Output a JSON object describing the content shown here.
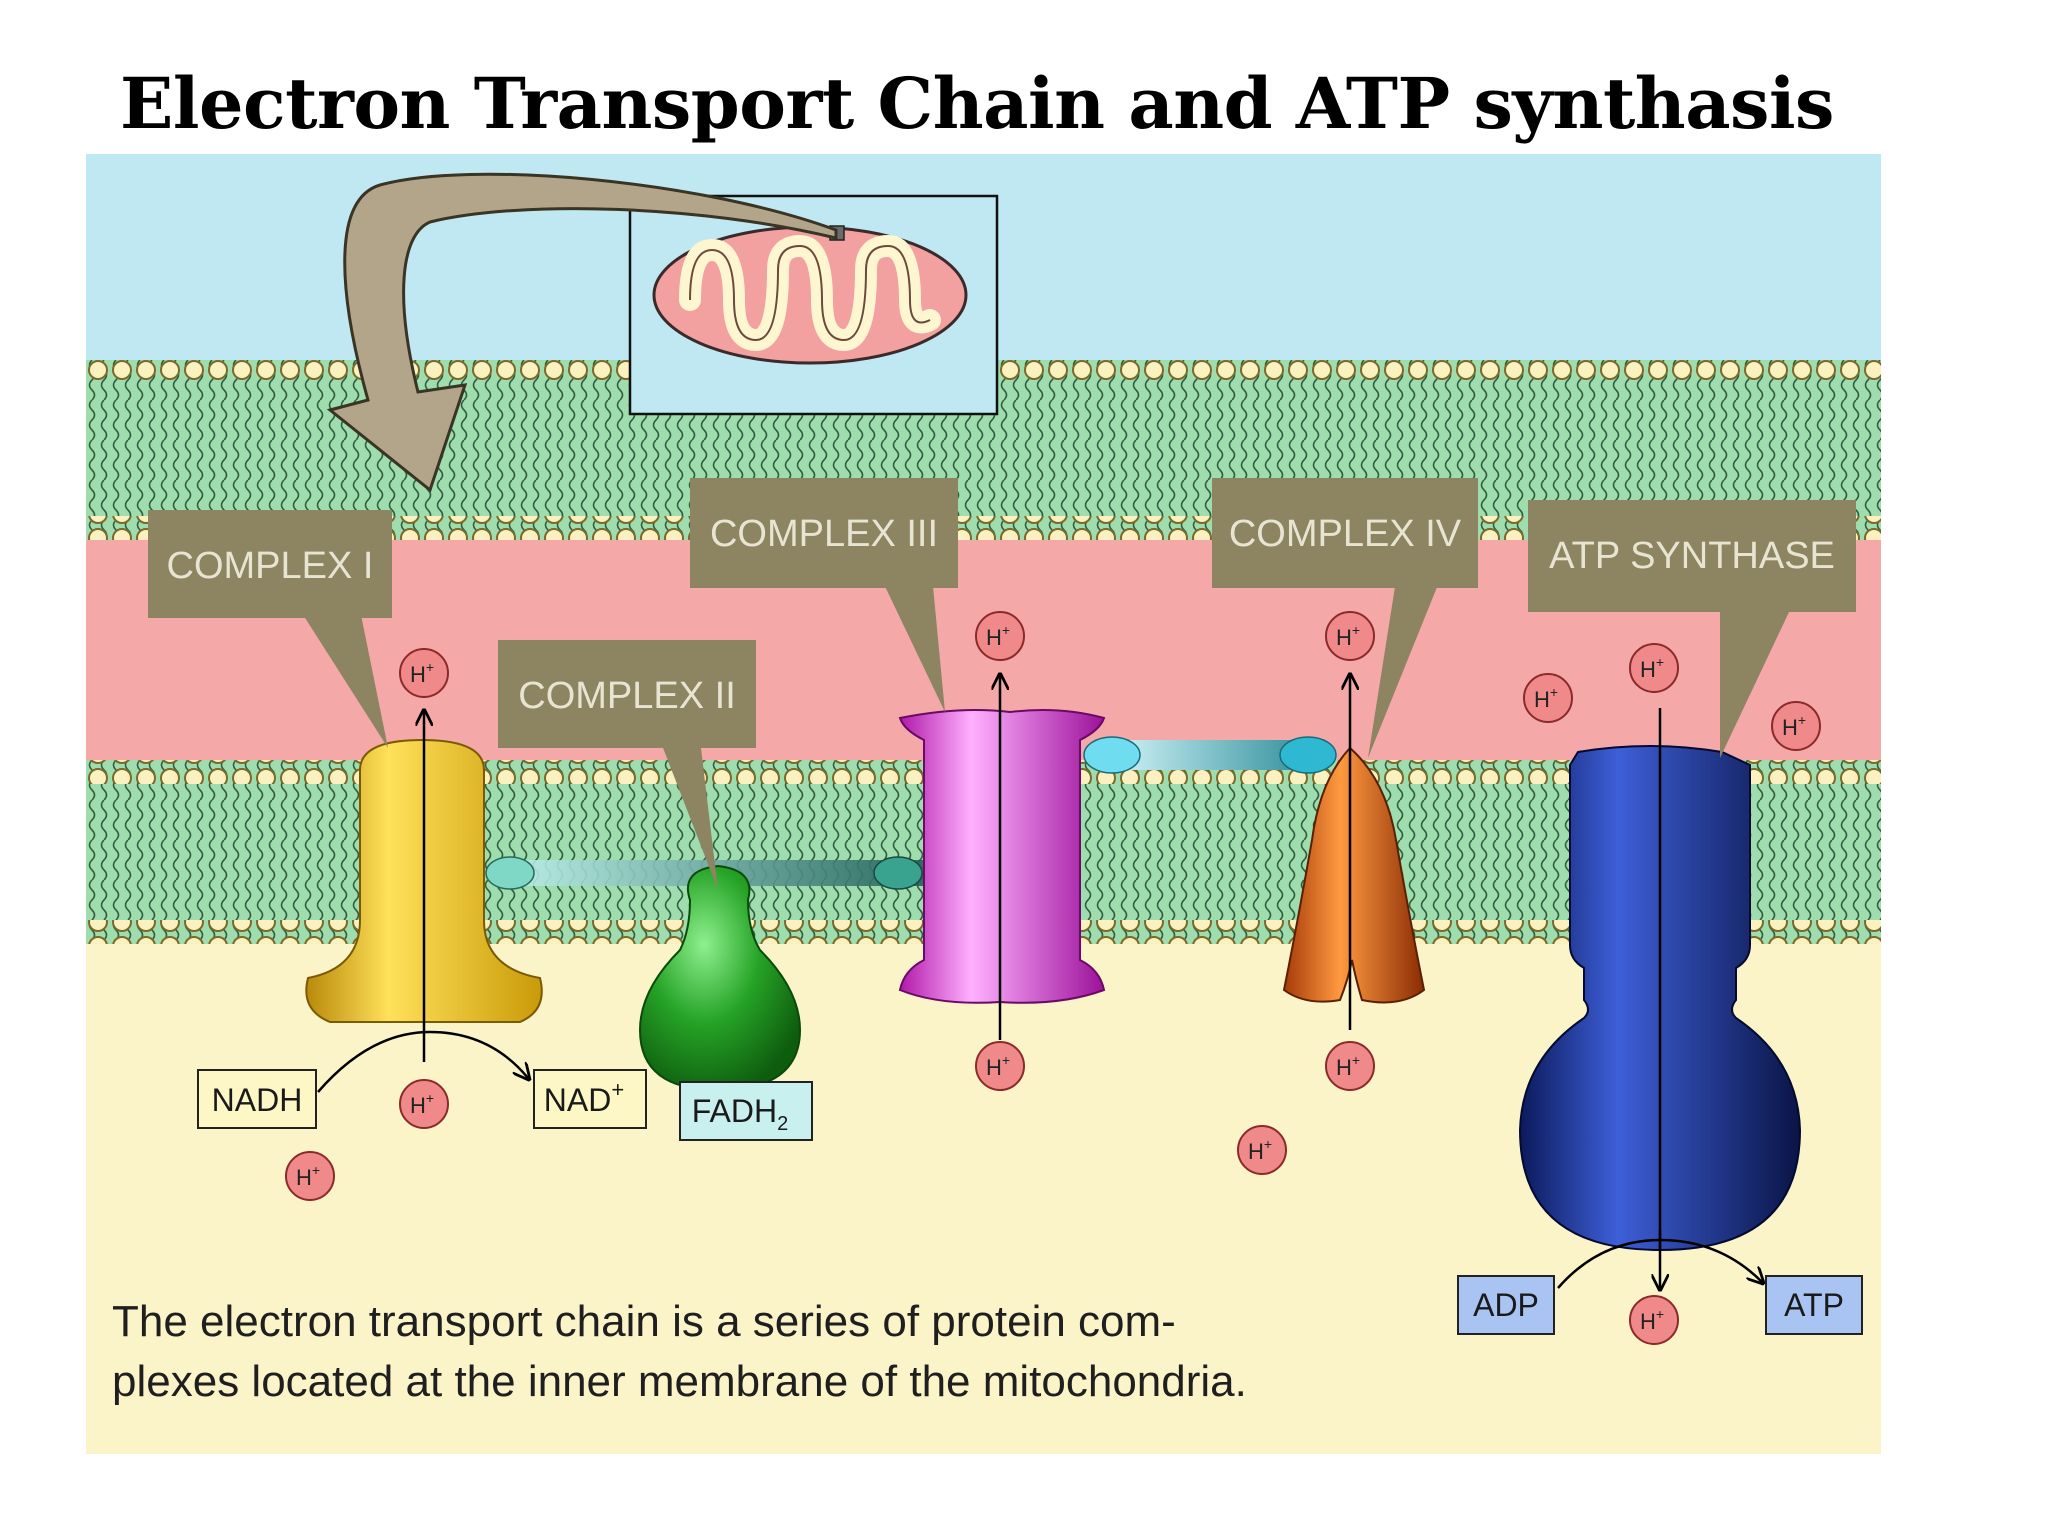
{
  "title": "Electron Transport Chain and ATP synthasis",
  "labels": {
    "complex1": "COMPLEX I",
    "complex2": "COMPLEX II",
    "complex3": "COMPLEX III",
    "complex4": "COMPLEX IV",
    "atp_synthase": "ATP SYNTHASE"
  },
  "molecules": {
    "nadh": "NADH",
    "nad": "NAD",
    "nad_sup": "+",
    "fadh": "FADH",
    "fadh_sub": "2",
    "adp": "ADP",
    "atp": "ATP"
  },
  "proton": {
    "symbol": "H",
    "charge": "+"
  },
  "caption": {
    "line1": "The electron transport chain is a series of protein com-",
    "line2": "plexes located at the inner membrane of the mitochondria."
  },
  "colors": {
    "intermembrane": "#f4a8a8",
    "outer_space": "#bfe8f2",
    "matrix": "#fbf4c8",
    "membrane": "#9fdcae",
    "label_box": "#8d8462",
    "complex1": "#f2c21b",
    "complex2": "#2fae2f",
    "complex3": "#e23bdc",
    "complex4": "#e46a1a",
    "atp_synthase": "#1b2f8c",
    "proton": "#f08a8a"
  }
}
